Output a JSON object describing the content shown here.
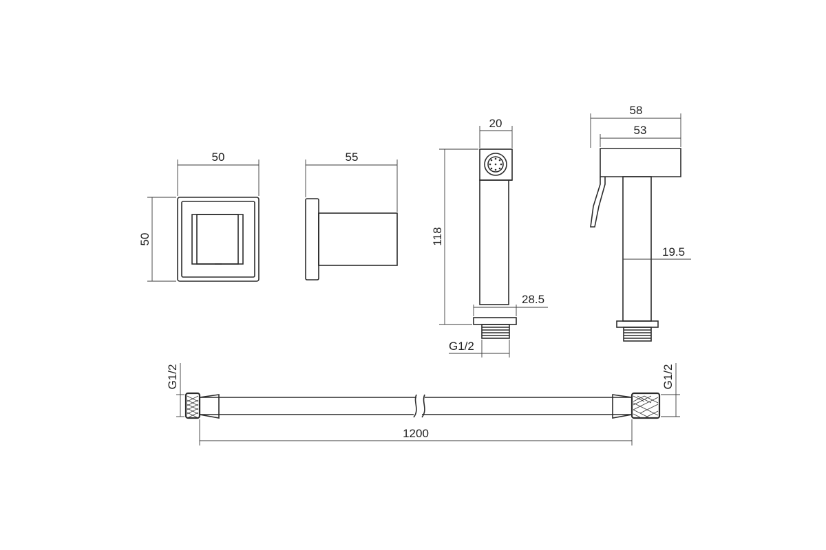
{
  "dimensions": {
    "wall_plate_width": "50",
    "wall_plate_height": "50",
    "holder_depth": "55",
    "sprayer_head_width": "20",
    "sprayer_length": "118",
    "sprayer_flange_diameter": "28.5",
    "sprayer_thread": "G1/2",
    "sprayer_side_width_outer": "58",
    "sprayer_side_width_inner": "53",
    "sprayer_side_shaft": "19.5",
    "hose_length": "1200",
    "hose_thread_left": "G1/2",
    "hose_thread_right": "G1/2"
  },
  "colors": {
    "line": "#2b2b2b",
    "background": "#ffffff"
  }
}
